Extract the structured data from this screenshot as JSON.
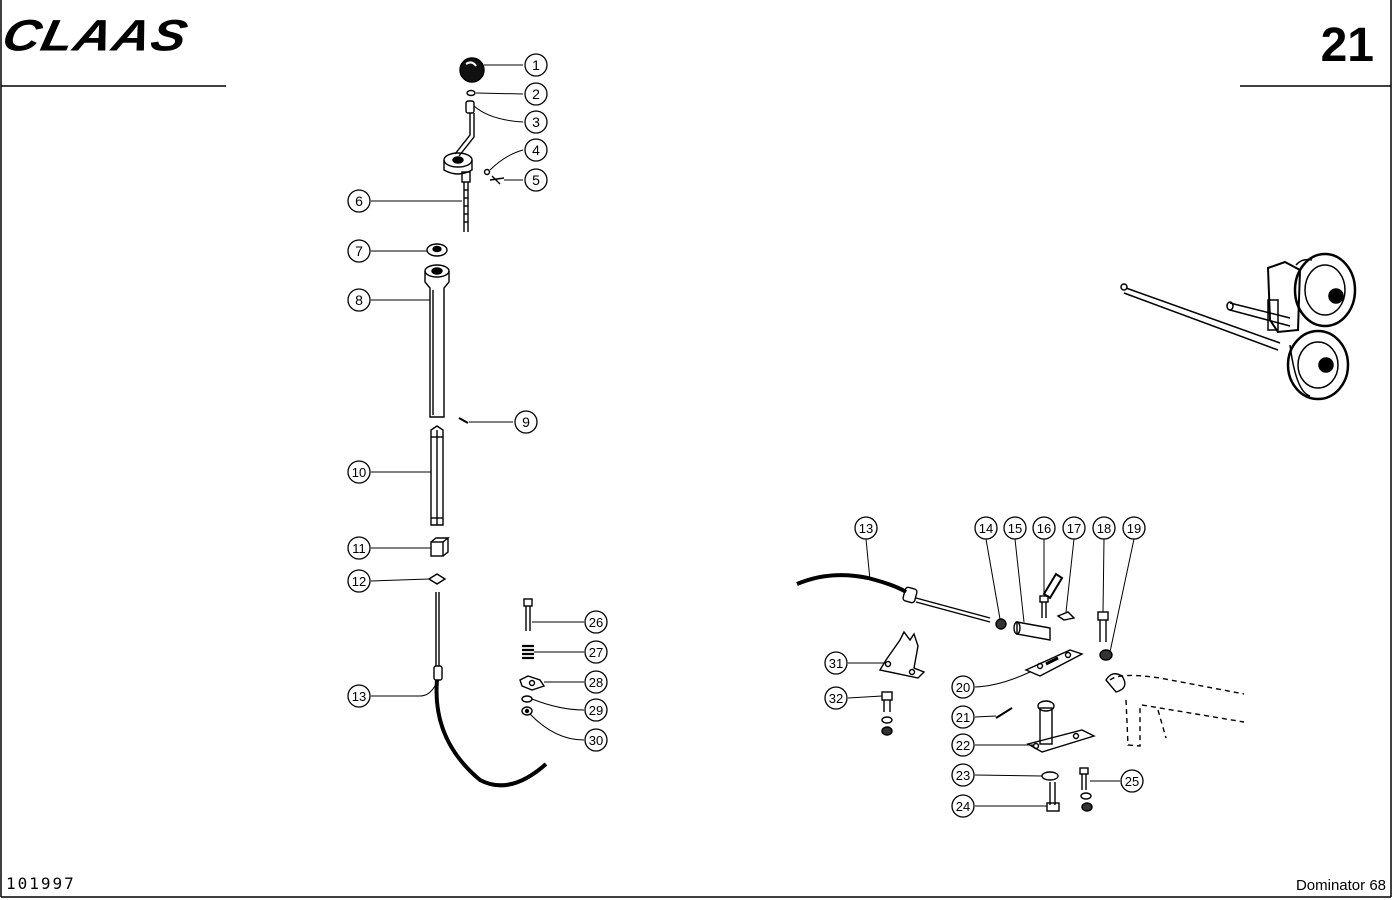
{
  "header": {
    "brand": "CLAAS",
    "page_number": "21"
  },
  "footer": {
    "document_number": "101997",
    "model": "Dominator 68"
  },
  "callouts": {
    "c1": "1",
    "c2": "2",
    "c3": "3",
    "c4": "4",
    "c5": "5",
    "c6": "6",
    "c7": "7",
    "c8": "8",
    "c9": "9",
    "c10": "10",
    "c11": "11",
    "c12": "12",
    "c13a": "13",
    "c13b": "13",
    "c14": "14",
    "c15": "15",
    "c16": "16",
    "c17": "17",
    "c18": "18",
    "c19": "19",
    "c20": "20",
    "c21": "21",
    "c22": "22",
    "c23": "23",
    "c24": "24",
    "c25": "25",
    "c26": "26",
    "c27": "27",
    "c28": "28",
    "c29": "29",
    "c30": "30",
    "c31": "31",
    "c32": "32"
  },
  "colors": {
    "ink": "#000000",
    "paper": "#ffffff"
  }
}
